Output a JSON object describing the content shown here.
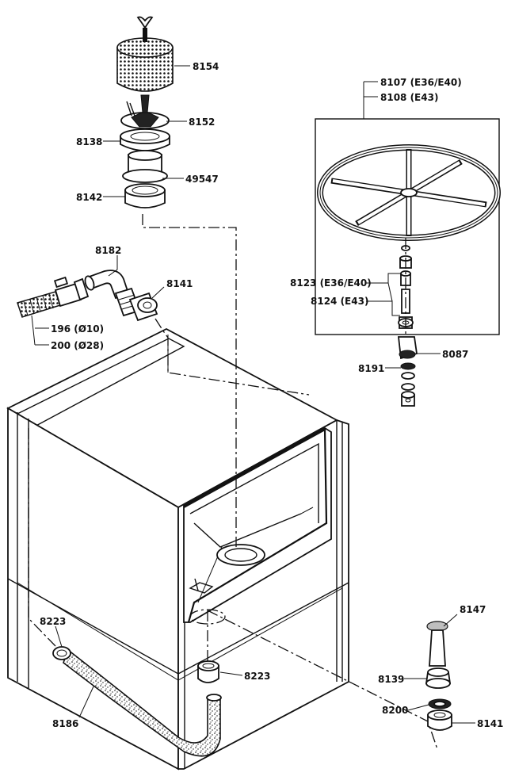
{
  "labels": {
    "l8154": "8154",
    "l8152": "8152",
    "l8138": "8138",
    "l49547": "49547",
    "l8142": "8142",
    "l8182": "8182",
    "l8141_top": "8141",
    "l196": "196 (Ø10)",
    "l200": "200 (Ø28)",
    "l8107": "8107 (E36/E40)",
    "l8108": "8108 (E43)",
    "l8123": "8123 (E36/E40)",
    "l8124": "8124 (E43)",
    "l8087": "8087",
    "l8191": "8191",
    "l8223_left": "8223",
    "l8223_right": "8223",
    "l8186": "8186",
    "l8147": "8147",
    "l8139": "8139",
    "l8200": "8200",
    "l8141_bottom": "8141"
  }
}
